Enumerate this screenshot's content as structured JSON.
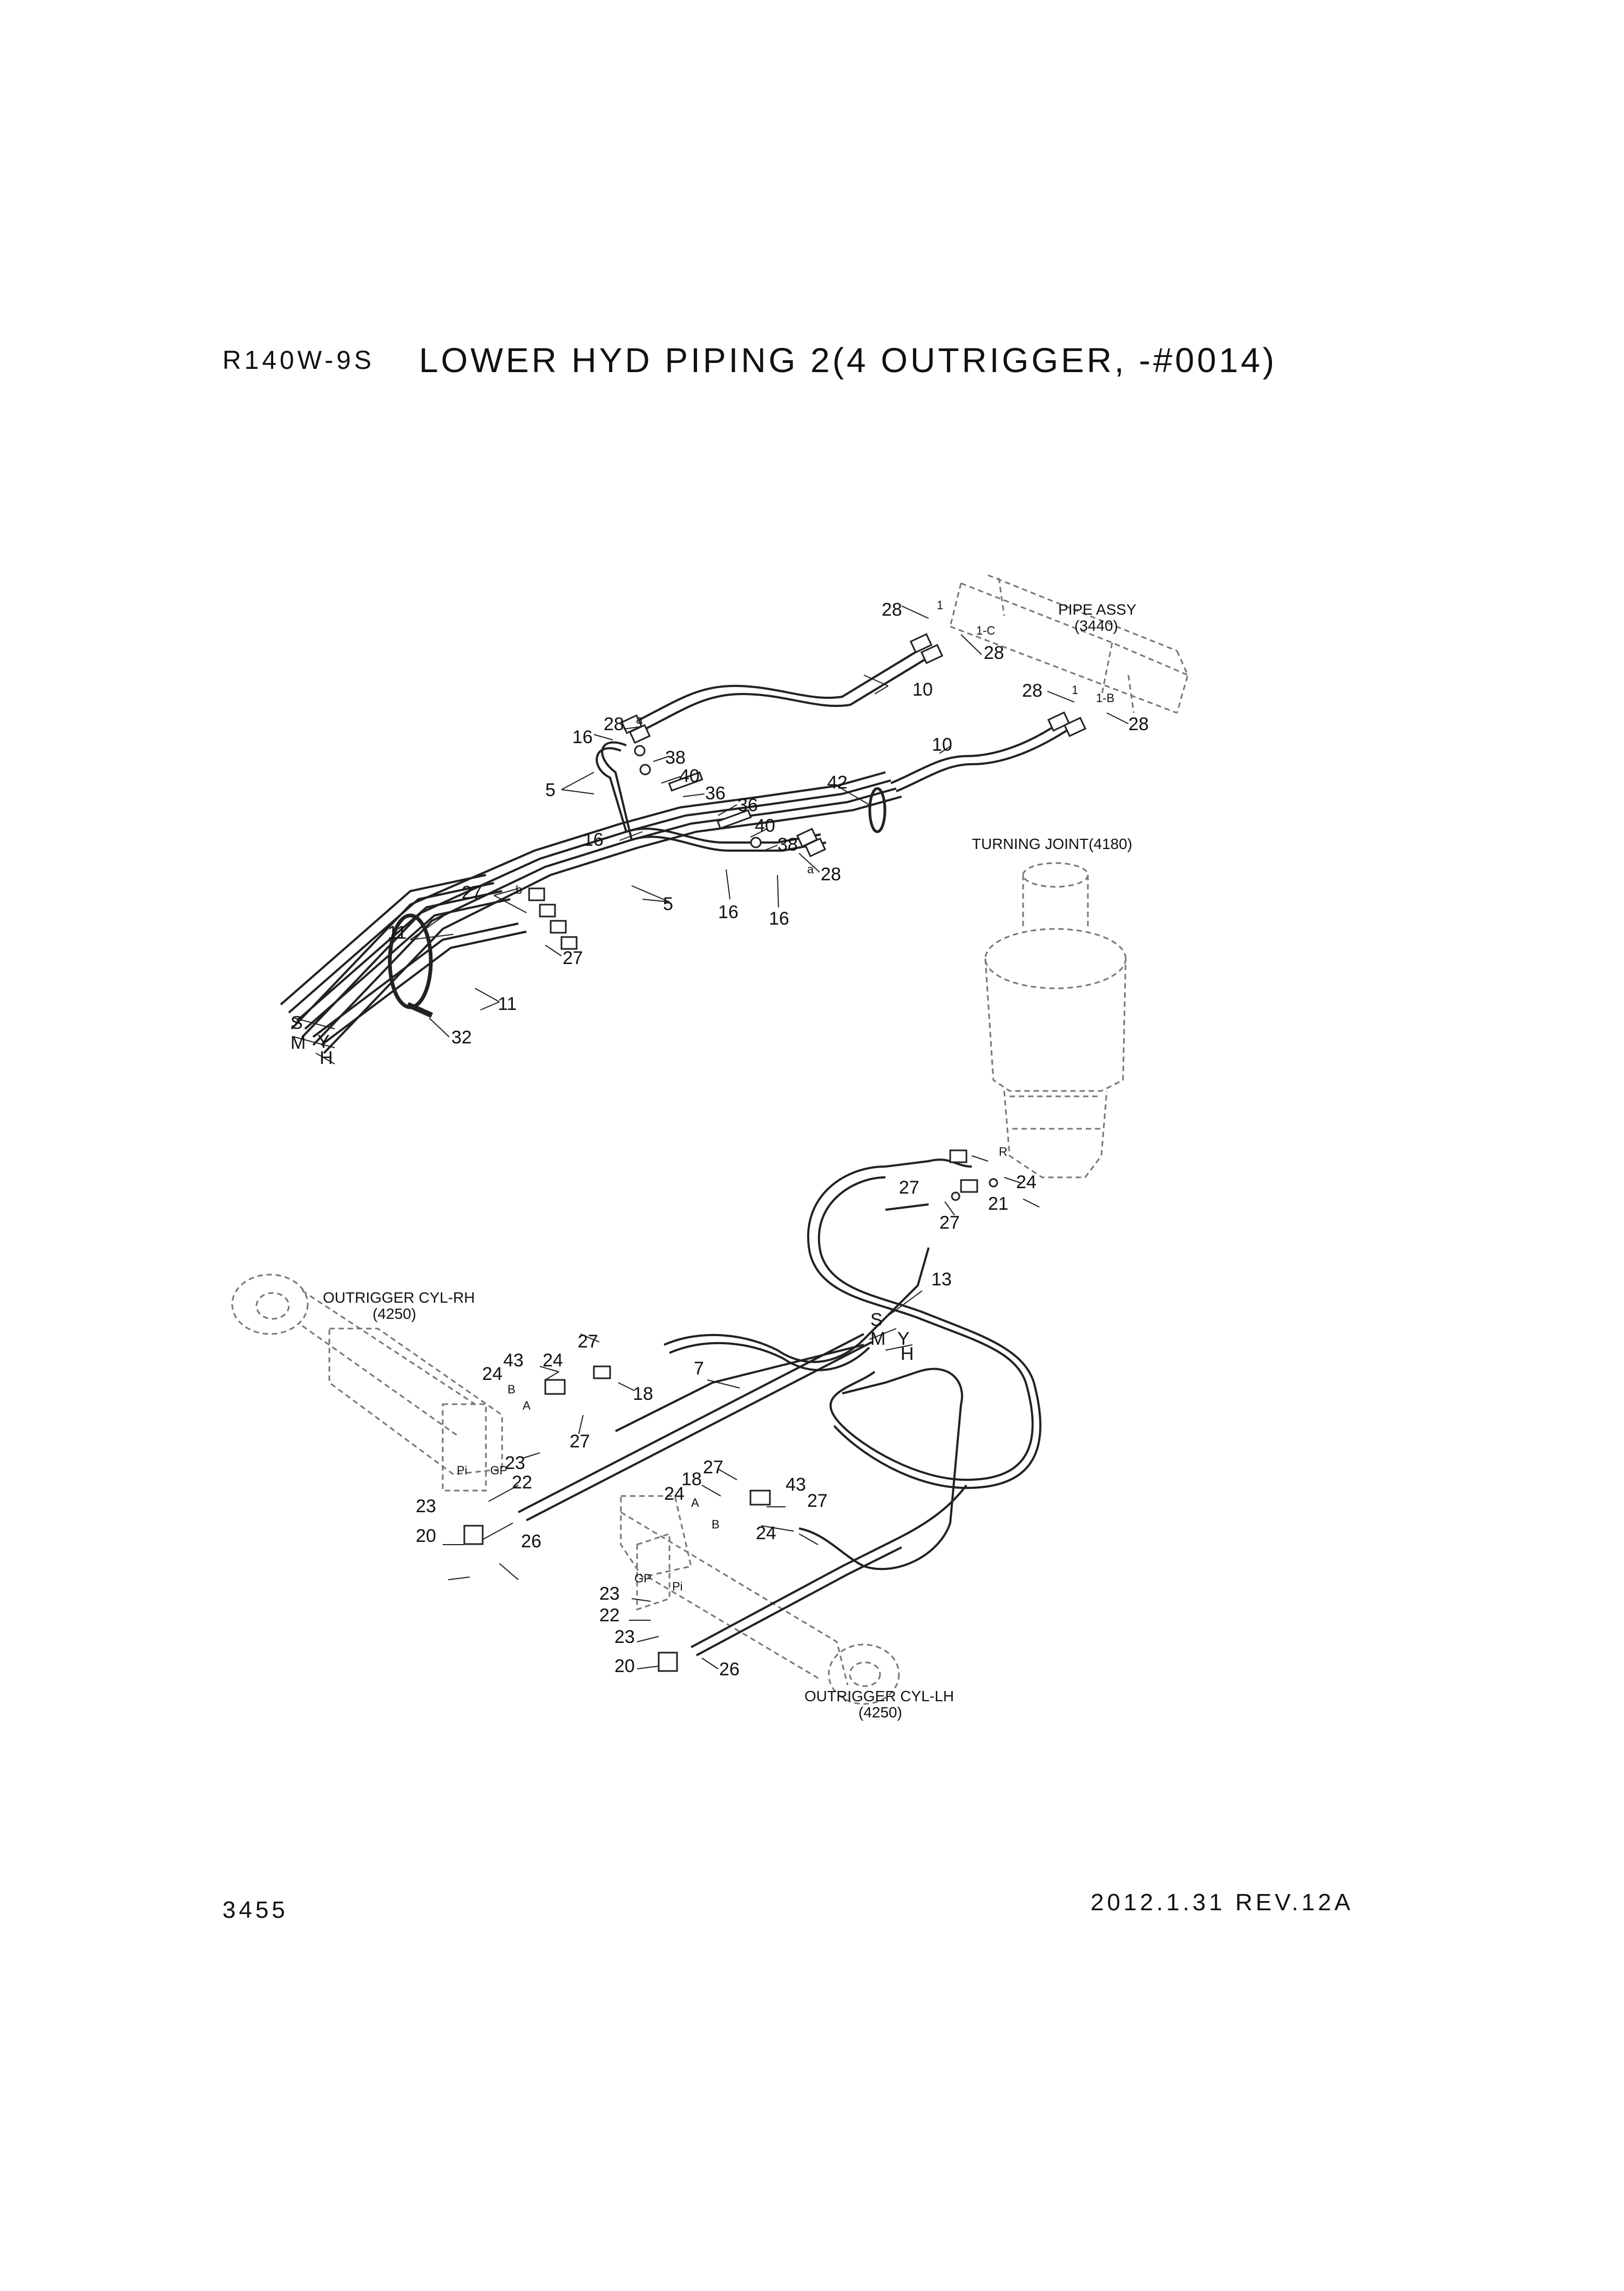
{
  "header": {
    "model": "R140W-9S",
    "title": "LOWER HYD PIPING 2(4 OUTRIGGER, -#0014)"
  },
  "footer": {
    "page": "3455",
    "revision": "2012.1.31  REV.12A"
  },
  "notes": {
    "pipe_assy": "PIPE ASSY",
    "pipe_assy_ref": "(3440)",
    "turning_joint": "TURNING JOINT(4180)",
    "cyl_rh": "OUTRIGGER CYL-RH",
    "cyl_rh_ref": "(4250)",
    "cyl_lh": "OUTRIGGER CYL-LH",
    "cyl_lh_ref": "(4250)"
  },
  "callouts": {
    "c28": "28",
    "c10": "10",
    "c16": "16",
    "c5": "5",
    "c40": "40",
    "c36": "36",
    "c38": "38",
    "c42": "42",
    "c27": "27",
    "c11": "11",
    "c32": "32",
    "c13": "13",
    "c24": "24",
    "c21": "21",
    "c43": "43",
    "c18": "18",
    "c7": "7",
    "c23": "23",
    "c22": "22",
    "c20": "20",
    "c26": "26"
  },
  "port_letters": {
    "S": "S",
    "M": "M",
    "Y": "Y",
    "H": "H",
    "a": "a",
    "b": "b",
    "A": "A",
    "B": "B",
    "R": "R",
    "Pi": "Pi",
    "GP": "GP",
    "p1": "1",
    "p1c": "1-C",
    "p1b": "1-B"
  }
}
